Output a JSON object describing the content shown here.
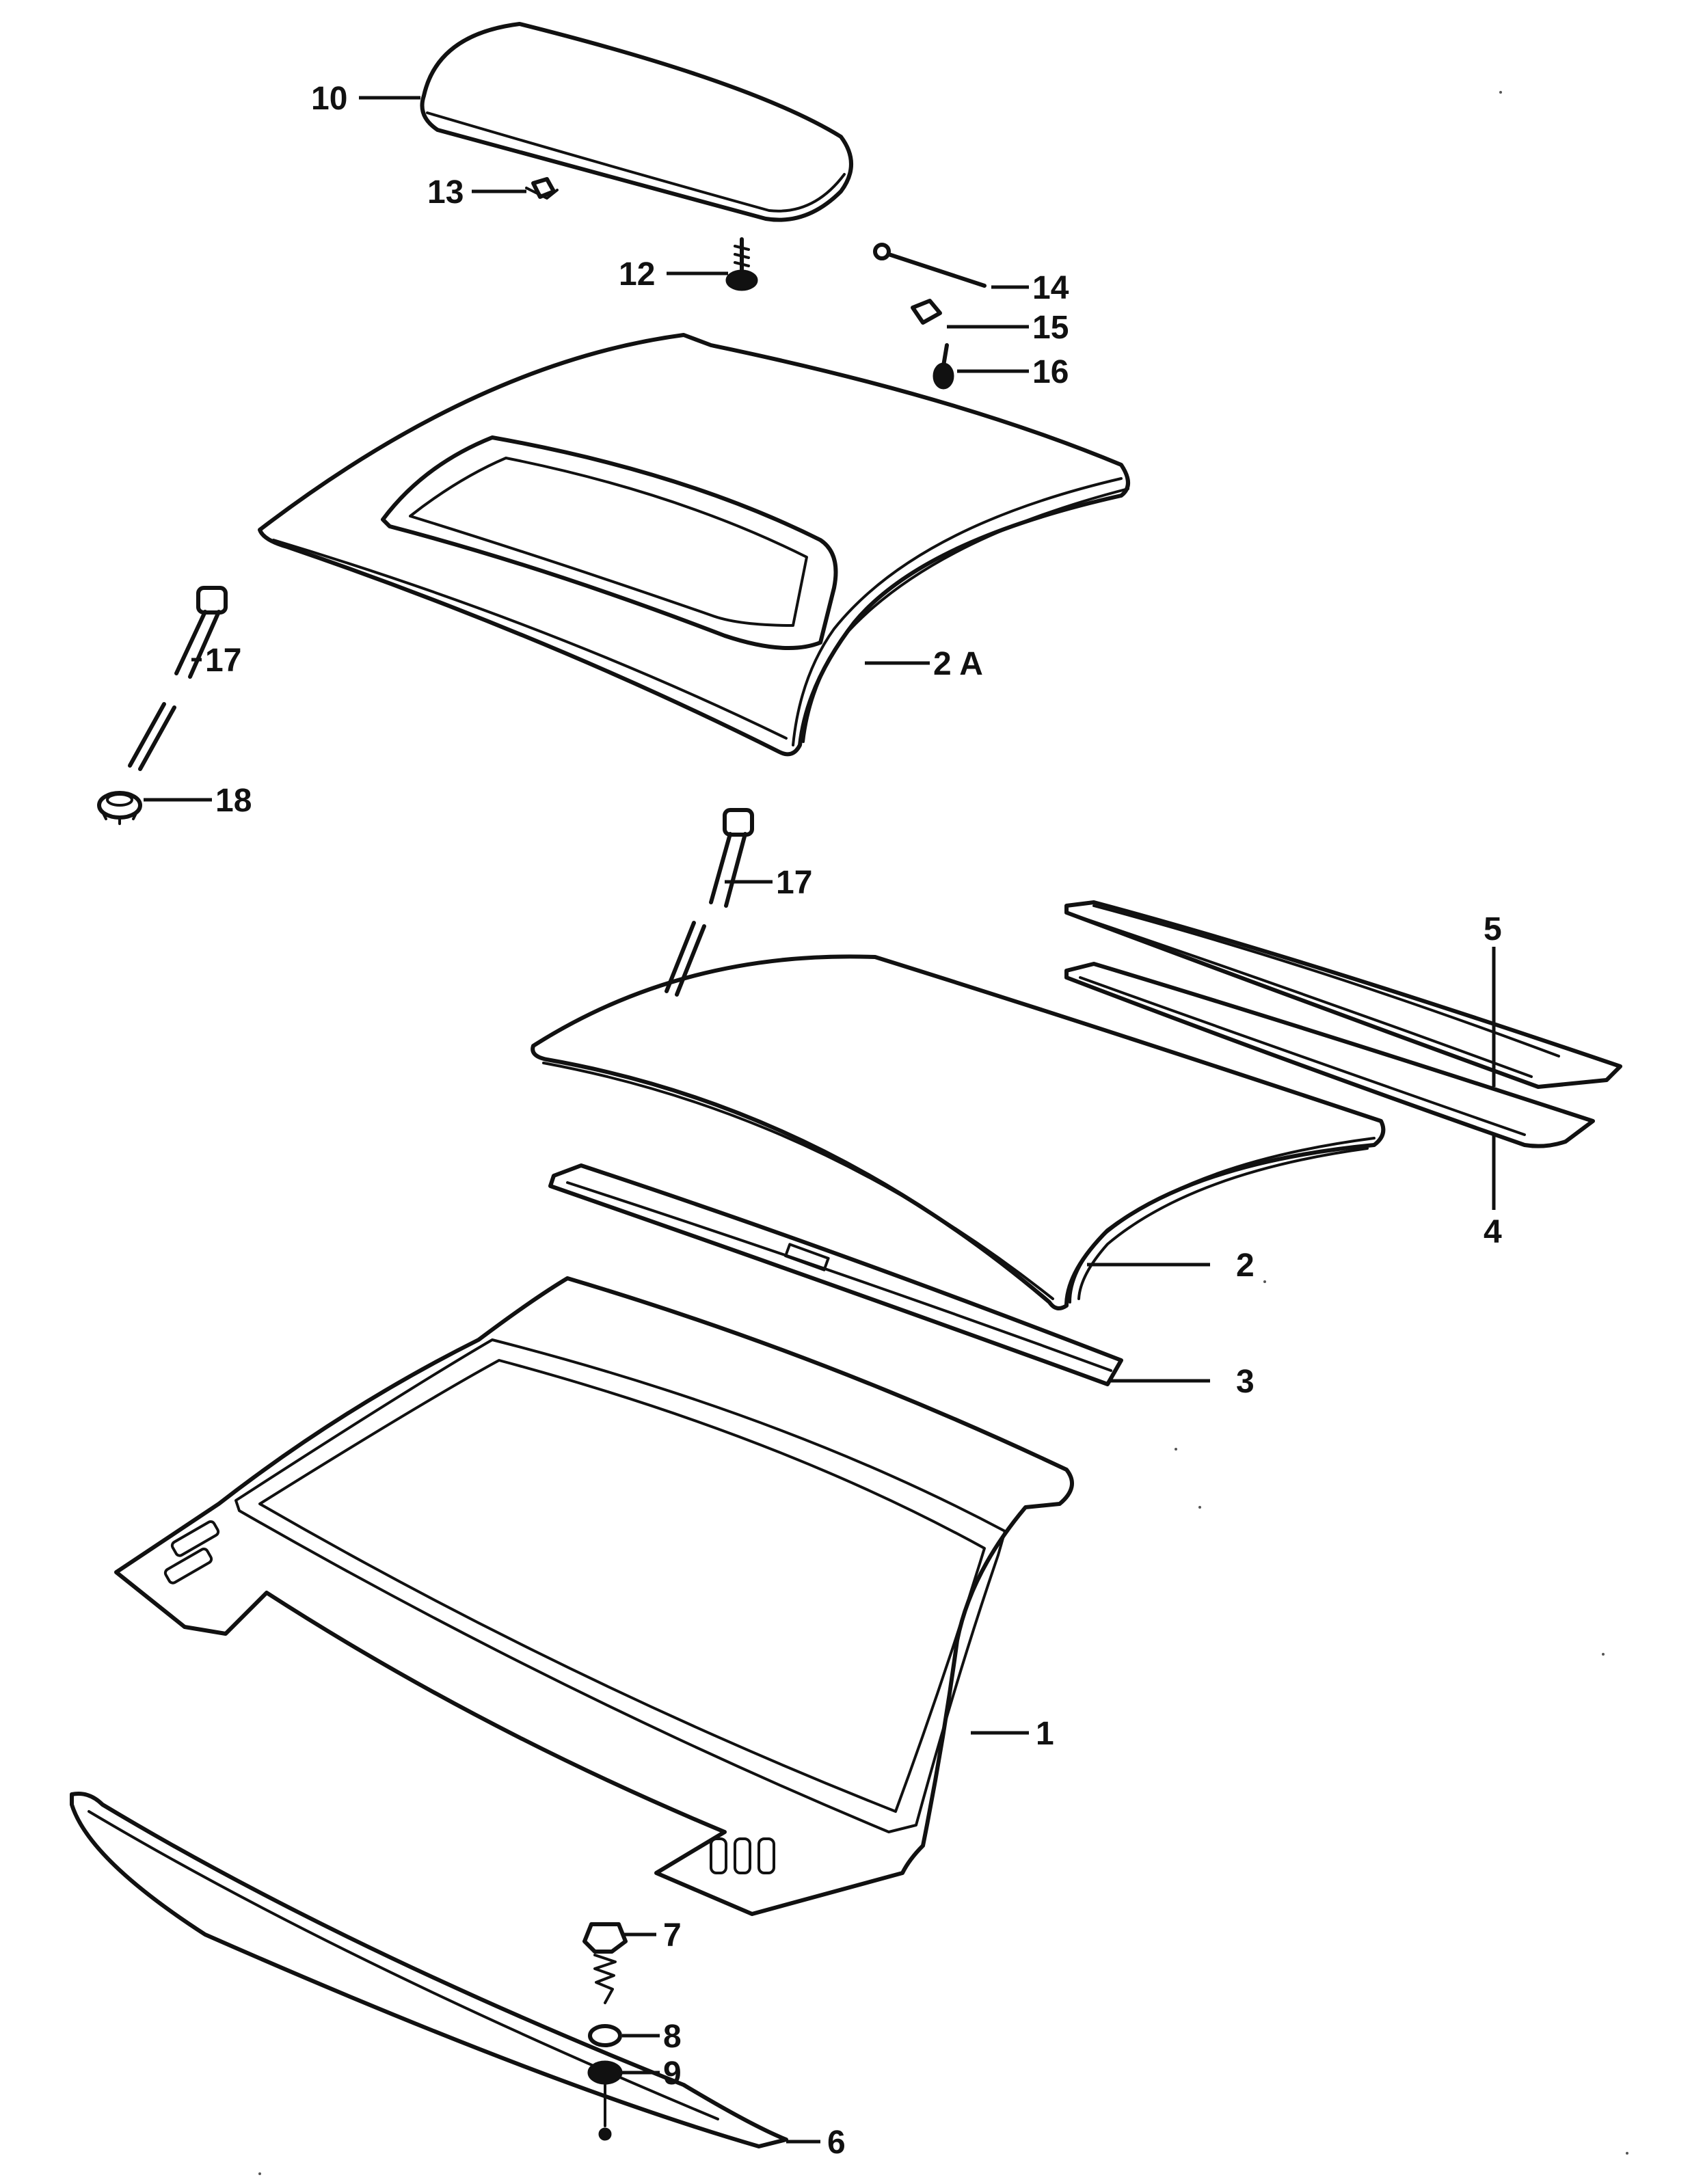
{
  "callouts": {
    "c1": "1",
    "c2": "2",
    "c2a": "2 A",
    "c3": "3",
    "c4": "4",
    "c5": "5",
    "c6": "6",
    "c7": "7",
    "c8": "8",
    "c9": "9",
    "c10": "10",
    "c12": "12",
    "c13": "13",
    "c14": "14",
    "c15": "15",
    "c16": "16",
    "c17a": "17",
    "c17b": "17",
    "c18": "18"
  }
}
